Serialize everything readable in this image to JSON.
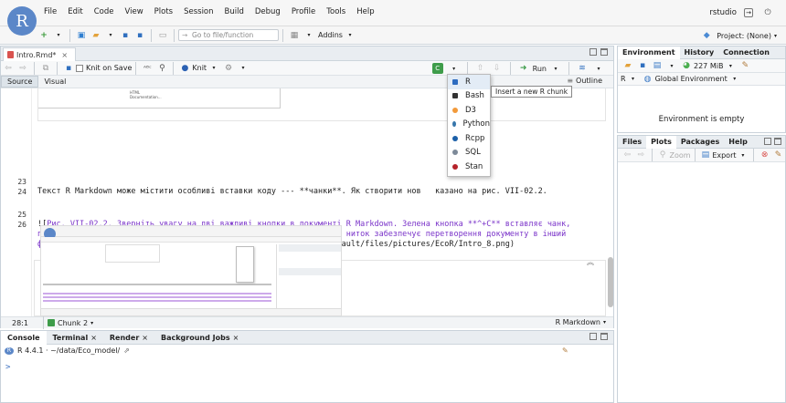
{
  "menubar": {
    "logo": "R",
    "items": [
      "File",
      "Edit",
      "Code",
      "View",
      "Plots",
      "Session",
      "Build",
      "Debug",
      "Profile",
      "Tools",
      "Help"
    ],
    "user": "rstudio"
  },
  "toolbar": {
    "goto_placeholder": "Go to file/function",
    "addins_label": "Addins",
    "project_label": "Project: (None)"
  },
  "editor": {
    "tab_title": "Intro.Rmd*",
    "knit_on_save": "Knit on Save",
    "knit_label": "Knit",
    "run_label": "Run",
    "source_tab": "Source",
    "visual_tab": "Visual",
    "outline_label": "Outline",
    "lines": [
      {
        "num": "23",
        "text": ""
      },
      {
        "num": "24",
        "text": "Текст R Markdown може містити особливі вставки коду --- **чанки**. Як створити нов   казано на рис. VII-02.2."
      },
      {
        "num": "25",
        "text": ""
      },
      {
        "num": "26",
        "text_plain": "![",
        "text_link": "Рис. VII-02.2. Зверніть увагу на дві важливі кнопки в документі R Markdown. Зелена кнопка **^+C** вставляє чанк, програмний фрагмент, а кнопка **Knit** з зображенням клубка синіх ниток забезпечує перетворення документу в інший формат і виконання коду у чанках",
        "text_end": "](https://batrachos.com/sites/default/files/pictures/EcoR/Intro_8.png)"
      }
    ],
    "preview_snippet": [
      "HTML",
      "Documentation..."
    ],
    "status_position": "28:1",
    "status_chunk": "Chunk 2",
    "status_mode": "R Markdown"
  },
  "chunk_menu": {
    "items": [
      {
        "label": "R",
        "color": "#2d6cc0"
      },
      {
        "label": "Bash",
        "color": "#333333"
      },
      {
        "label": "D3",
        "color": "#f29a3a"
      },
      {
        "label": "Python",
        "color": "#3776ab"
      },
      {
        "label": "Rcpp",
        "color": "#1b5fa8"
      },
      {
        "label": "SQL",
        "color": "#7d8a99"
      },
      {
        "label": "Stan",
        "color": "#b5222a"
      }
    ],
    "tooltip": "Insert a new R chunk"
  },
  "console": {
    "tabs": [
      "Console",
      "Terminal",
      "Render",
      "Background Jobs"
    ],
    "version_path": "R 4.4.1 · ~/data/Eco_model/",
    "prompt": ">"
  },
  "env_pane": {
    "tabs": [
      "Environment",
      "History",
      "Connection"
    ],
    "memory": "227 MiB",
    "lang": "R",
    "scope": "Global Environment",
    "empty_text": "Environment is empty"
  },
  "files_pane": {
    "tabs": [
      "Files",
      "Plots",
      "Packages",
      "Help"
    ],
    "zoom_label": "Zoom",
    "export_label": "Export"
  }
}
